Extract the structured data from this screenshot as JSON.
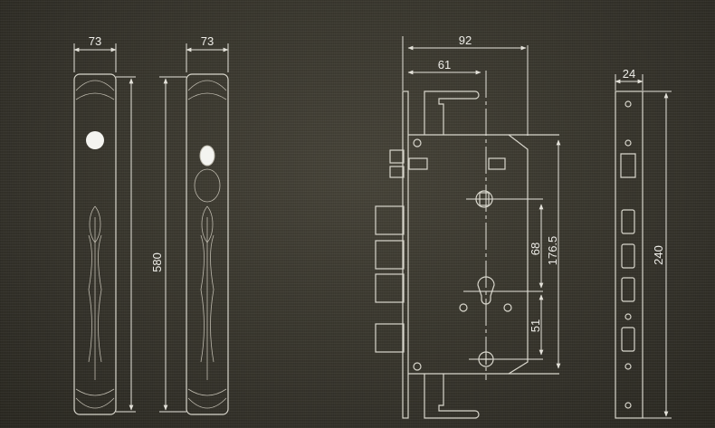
{
  "dimensions": {
    "handle1_width": "73",
    "handle2_width": "73",
    "handle_height": "580",
    "lock_depth": "92",
    "backset": "61",
    "spindle_to_cylinder": "68",
    "body_height": "176.5",
    "cylinder_to_screw": "51",
    "faceplate_width": "24",
    "faceplate_height": "240"
  },
  "colors": {
    "background": "#3a372d",
    "line": "#d8d6cc"
  }
}
